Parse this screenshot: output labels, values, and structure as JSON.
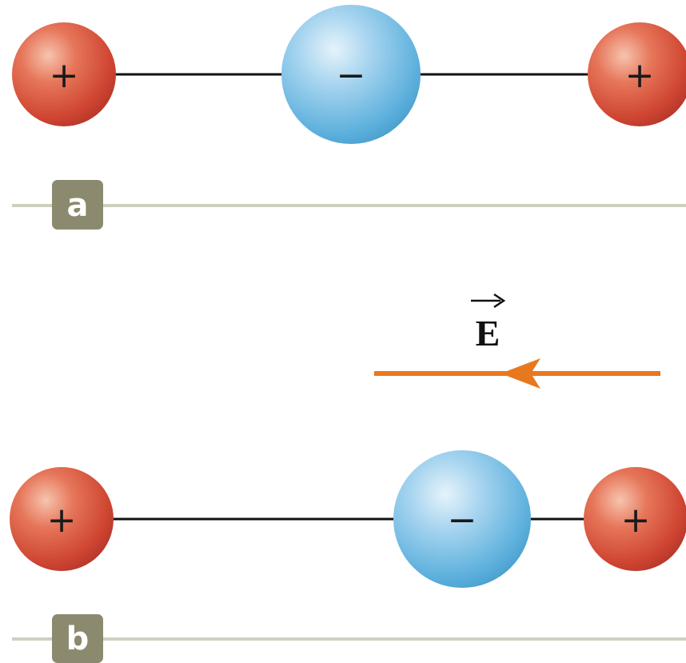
{
  "colors": {
    "positive_charge": "#d9543b",
    "negative_charge": "#5fb2dd",
    "bond_line": "#111111",
    "panel_rule": "#cfd1bf",
    "panel_badge": "#8c8a6e",
    "field_arrow": "#e8781e"
  },
  "panels": [
    {
      "label": "a",
      "charges": [
        {
          "sign": "+"
        },
        {
          "sign": "−"
        },
        {
          "sign": "+"
        }
      ]
    },
    {
      "label": "b",
      "charges": [
        {
          "sign": "+"
        },
        {
          "sign": "−"
        },
        {
          "sign": "+"
        }
      ]
    }
  ],
  "field": {
    "symbol": "E",
    "direction": "left",
    "icon": "vector-arrow-icon"
  }
}
